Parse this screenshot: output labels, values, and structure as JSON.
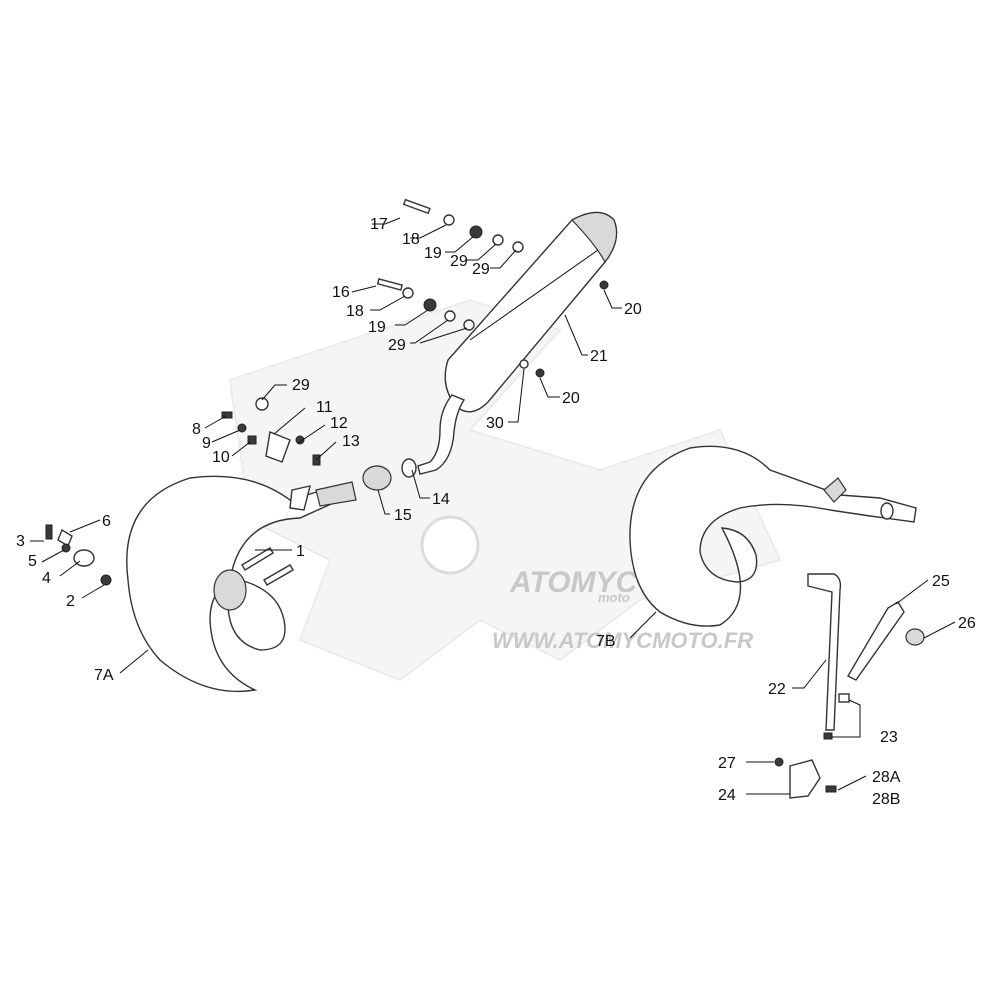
{
  "watermark": {
    "brand": "ATOMYC",
    "sub": "moto",
    "url": "WWW.ATOMYCMOTO.FR"
  },
  "callouts": {
    "c1": "1",
    "c2": "2",
    "c3": "3",
    "c4": "4",
    "c5": "5",
    "c6": "6",
    "c7a": "7A",
    "c7b": "7B",
    "c8": "8",
    "c9": "9",
    "c10": "10",
    "c11": "11",
    "c12": "12",
    "c13": "13",
    "c14": "14",
    "c15": "15",
    "c16": "16",
    "c17": "17",
    "c18a": "18",
    "c18b": "18",
    "c19a": "19",
    "c19b": "19",
    "c20a": "20",
    "c20b": "20",
    "c21": "21",
    "c22": "22",
    "c23": "23",
    "c24": "24",
    "c25": "25",
    "c26": "26",
    "c27": "27",
    "c28a": "28A",
    "c28b": "28B",
    "c29a": "29",
    "c29b": "29",
    "c29c": "29",
    "c29d": "29",
    "c30": "30"
  }
}
